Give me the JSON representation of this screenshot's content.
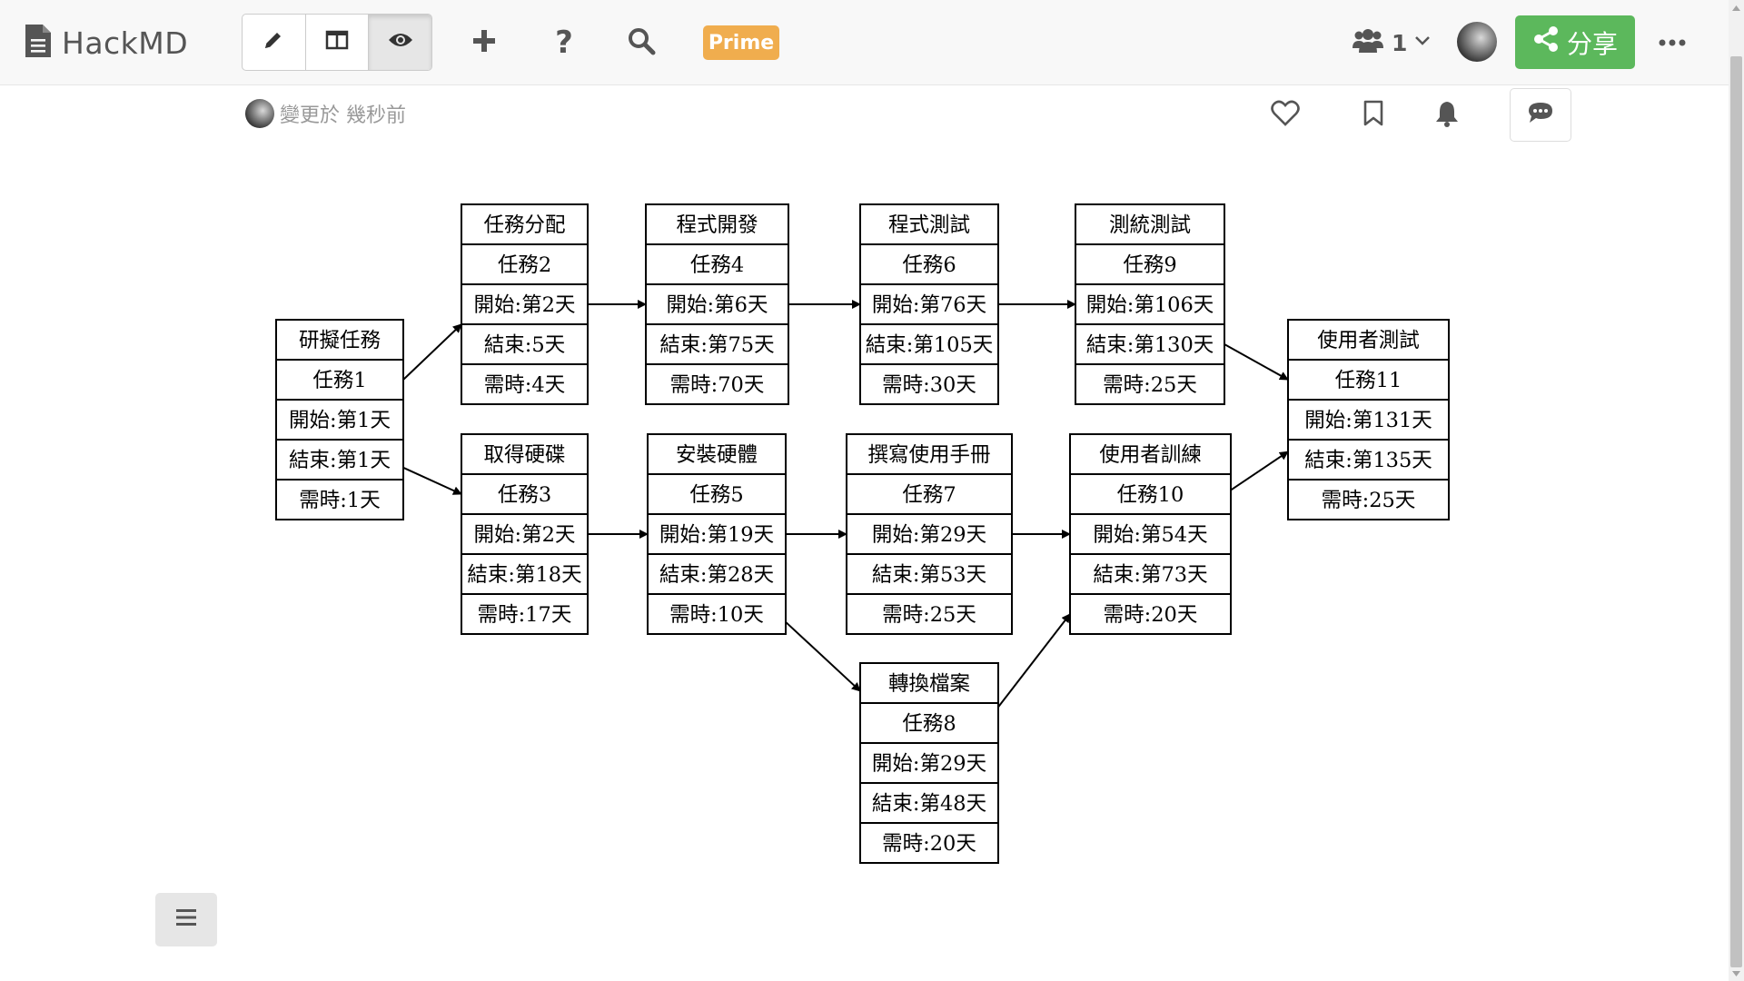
{
  "navbar": {
    "brand": "HackMD",
    "modes": [
      {
        "name": "edit",
        "icon": "pencil-icon",
        "active": false
      },
      {
        "name": "both",
        "icon": "columns-icon",
        "active": false
      },
      {
        "name": "view",
        "icon": "eye-icon",
        "active": true
      }
    ],
    "prime_label": "Prime",
    "online_count": "1",
    "share_label": "分享"
  },
  "doc": {
    "updated_text": "變更於 幾秒前"
  },
  "graph": {
    "nodes": [
      {
        "id": "n1",
        "rows": [
          "研擬任務",
          "任務1",
          "開始:第1天",
          "結束:第1天",
          "需時:1天"
        ]
      },
      {
        "id": "n2",
        "rows": [
          "任務分配",
          "任務2",
          "開始:第2天",
          "結束:5天",
          "需時:4天"
        ]
      },
      {
        "id": "n3",
        "rows": [
          "取得硬碟",
          "任務3",
          "開始:第2天",
          "結束:第18天",
          "需時:17天"
        ]
      },
      {
        "id": "n4",
        "rows": [
          "程式開發",
          "任務4",
          "開始:第6天",
          "結束:第75天",
          "需時:70天"
        ]
      },
      {
        "id": "n5",
        "rows": [
          "安裝硬體",
          "任務5",
          "開始:第19天",
          "結束:第28天",
          "需時:10天"
        ]
      },
      {
        "id": "n6",
        "rows": [
          "程式測試",
          "任務6",
          "開始:第76天",
          "結束:第105天",
          "需時:30天"
        ]
      },
      {
        "id": "n7",
        "rows": [
          "撰寫使用手冊",
          "任務7",
          "開始:第29天",
          "結束:第53天",
          "需時:25天"
        ]
      },
      {
        "id": "n8",
        "rows": [
          "轉換檔案",
          "任務8",
          "開始:第29天",
          "結束:第48天",
          "需時:20天"
        ]
      },
      {
        "id": "n9",
        "rows": [
          "測統測試",
          "任務9",
          "開始:第106天",
          "結束:第130天",
          "需時:25天"
        ]
      },
      {
        "id": "n10",
        "rows": [
          "使用者訓練",
          "任務10",
          "開始:第54天",
          "結束:第73天",
          "需時:20天"
        ]
      },
      {
        "id": "n11",
        "rows": [
          "使用者測試",
          "任務11",
          "開始:第131天",
          "結束:第135天",
          "需時:25天"
        ]
      }
    ],
    "edges": [
      [
        "n1",
        "n2"
      ],
      [
        "n1",
        "n3"
      ],
      [
        "n2",
        "n4"
      ],
      [
        "n3",
        "n5"
      ],
      [
        "n4",
        "n6"
      ],
      [
        "n5",
        "n7"
      ],
      [
        "n5",
        "n8"
      ],
      [
        "n6",
        "n9"
      ],
      [
        "n7",
        "n10"
      ],
      [
        "n8",
        "n10"
      ],
      [
        "n9",
        "n11"
      ],
      [
        "n10",
        "n11"
      ]
    ]
  },
  "colors": {
    "share_green": "#5cb85c",
    "prime_orange": "#f0ad4e"
  }
}
